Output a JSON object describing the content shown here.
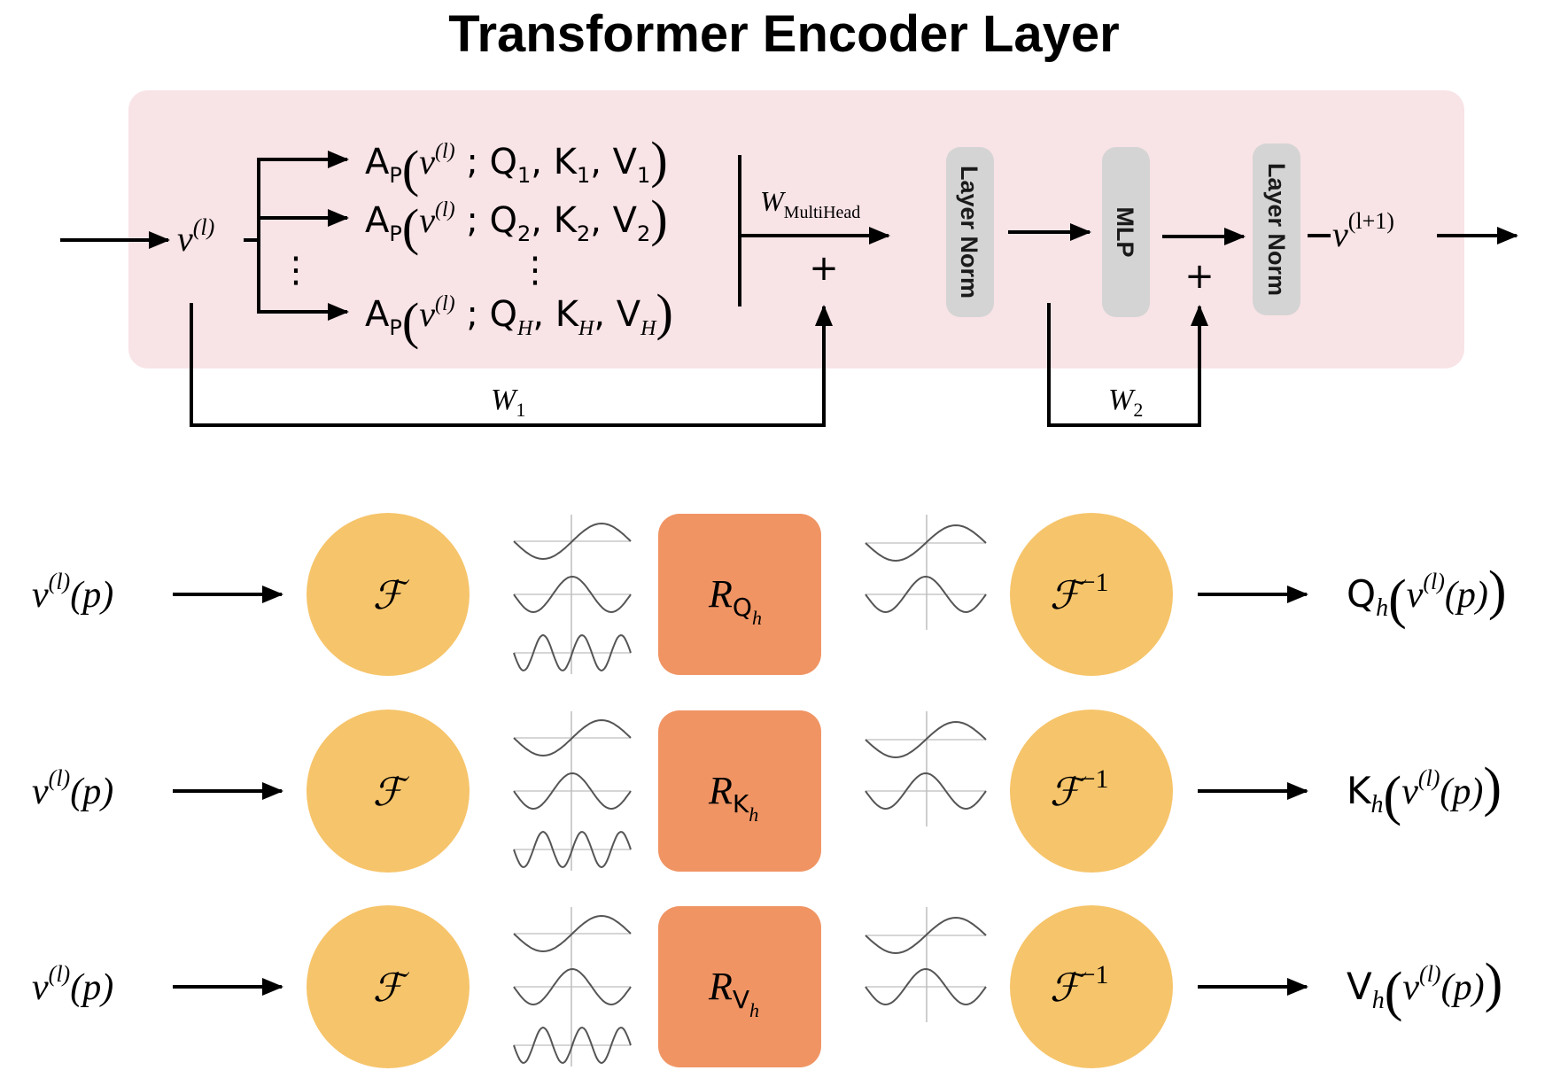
{
  "title": "Transformer Encoder Layer",
  "encoder": {
    "input_symbol": "v",
    "input_sup": "(l)",
    "output_symbol": "v",
    "output_sup": "(l+1)",
    "attention_rows": [
      {
        "fn": "A",
        "fn_sub": "P",
        "arg": "v",
        "arg_sup": "(l)",
        "q": "Q",
        "k": "K",
        "vv": "V",
        "sub": "1"
      },
      {
        "fn": "A",
        "fn_sub": "P",
        "arg": "v",
        "arg_sup": "(l)",
        "q": "Q",
        "k": "K",
        "vv": "V",
        "sub": "2"
      },
      {
        "fn": "A",
        "fn_sub": "P",
        "arg": "v",
        "arg_sup": "(l)",
        "q": "Q",
        "k": "K",
        "vv": "V",
        "sub": "H"
      }
    ],
    "ellipsis": "⋮",
    "w_multihead": "W",
    "w_multihead_sub": "MultiHead",
    "w1": "W",
    "w1_sub": "1",
    "w2": "W",
    "w2_sub": "2",
    "plus": "+",
    "layer_norm_label": "Layer Norm",
    "mlp_label": "MLP"
  },
  "rows": [
    {
      "input": "v",
      "input_sup": "(l)",
      "input_arg": "(p)",
      "fourier": "ℱ",
      "rotation": "R",
      "rotation_sub": "Q",
      "rotation_subsub": "h",
      "inverse": "ℱ",
      "inverse_sup": "−1",
      "output_fn": "Q",
      "output_sub": "h",
      "output_arg": "v",
      "output_arg_sup": "(l)",
      "output_arg_p": "(p)"
    },
    {
      "input": "v",
      "input_sup": "(l)",
      "input_arg": "(p)",
      "fourier": "ℱ",
      "rotation": "R",
      "rotation_sub": "K",
      "rotation_subsub": "h",
      "inverse": "ℱ",
      "inverse_sup": "−1",
      "output_fn": "K",
      "output_sub": "h",
      "output_arg": "v",
      "output_arg_sup": "(l)",
      "output_arg_p": "(p)"
    },
    {
      "input": "v",
      "input_sup": "(l)",
      "input_arg": "(p)",
      "fourier": "ℱ",
      "rotation": "R",
      "rotation_sub": "V",
      "rotation_subsub": "h",
      "inverse": "ℱ",
      "inverse_sup": "−1",
      "output_fn": "V",
      "output_sub": "h",
      "output_arg": "v",
      "output_arg_sup": "(l)",
      "output_arg_p": "(p)"
    }
  ],
  "colors": {
    "panel": "#f8e3e6",
    "grey_block": "#d4d4d4",
    "circle": "#f6c46a",
    "rotation_box": "#f09464",
    "wave": "#555555",
    "wave_axis": "#bdbdbd"
  }
}
